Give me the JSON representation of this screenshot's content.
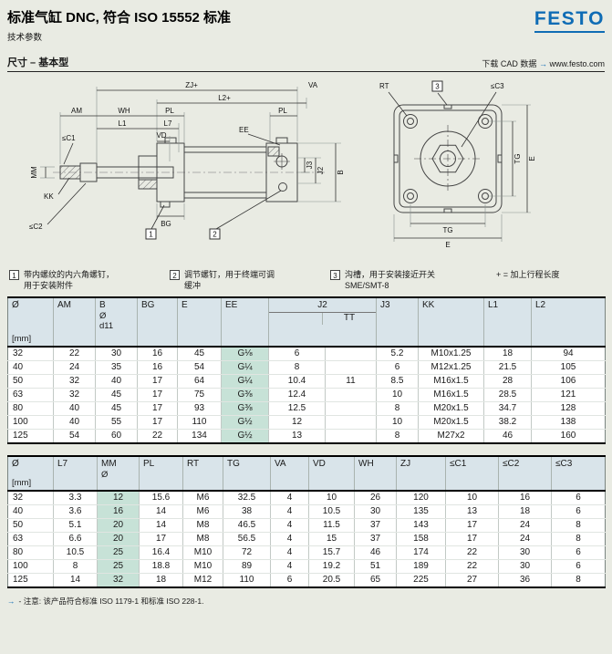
{
  "page": {
    "title": "标准气缸 DNC, 符合 ISO 15552 标准",
    "subtitle": "技术参数",
    "logo": "FESTO",
    "footer_arrow": "→",
    "footer_note": "- 注意: 该产品符合标准 ISO 1179-1 和标准 ISO 228-1."
  },
  "section": {
    "title": "尺寸 – 基本型",
    "cad_label": "下载 CAD 数据",
    "cad_arrow": "→",
    "cad_url": "www.festo.com"
  },
  "drawing": {
    "side_labels": {
      "zj": "ZJ+",
      "l2": "L2+",
      "va": "VA",
      "am": "AM",
      "wh": "WH",
      "pl_left": "PL",
      "pl_right": "PL",
      "l1": "L1",
      "l7": "L7",
      "vd": "VD",
      "ee": "EE",
      "c1": "≤C1",
      "c2": "≤C2",
      "mm": "MM",
      "kk": "KK",
      "b": "B",
      "j2": "J2",
      "j3": "J3",
      "bg": "BG",
      "callout1": "1",
      "callout2": "2"
    },
    "front_labels": {
      "rt": "RT",
      "c3": "≤C3",
      "tg": "TG",
      "e": "E",
      "tg_side": "TG",
      "e_side": "E",
      "callout3": "3"
    }
  },
  "notes": {
    "items": [
      {
        "num": "1",
        "line1": "带内螺纹的内六角螺钉，",
        "line2": "用于安装附件"
      },
      {
        "num": "2",
        "line1": "调节螺钉，用于终端可调",
        "line2": "缓冲"
      },
      {
        "num": "3",
        "line1": "沟槽，用于安装接近开关",
        "line2": "SME/SMT-8"
      }
    ],
    "plus_note": "+   = 加上行程长度"
  },
  "table1": {
    "col_headers": {
      "dia": "Ø",
      "unit": "[mm]",
      "am": "AM",
      "b": "B",
      "b_sub1": "Ø",
      "b_sub2": "d11",
      "bg": "BG",
      "e": "E",
      "ee": "EE",
      "j2": "J2",
      "tt": "TT",
      "j3": "J3",
      "kk": "KK",
      "l1": "L1",
      "l2": "L2"
    },
    "highlight_col": 5,
    "rows": [
      [
        "32",
        "22",
        "30",
        "16",
        "45",
        "G⅛",
        "6",
        "",
        "5.2",
        "M10x1.25",
        "18",
        "94"
      ],
      [
        "40",
        "24",
        "35",
        "16",
        "54",
        "G¼",
        "8",
        "",
        "6",
        "M12x1.25",
        "21.5",
        "105"
      ],
      [
        "50",
        "32",
        "40",
        "17",
        "64",
        "G¼",
        "10.4",
        "11",
        "8.5",
        "M16x1.5",
        "28",
        "106"
      ],
      [
        "63",
        "32",
        "45",
        "17",
        "75",
        "G⅜",
        "12.4",
        "",
        "10",
        "M16x1.5",
        "28.5",
        "121"
      ],
      [
        "80",
        "40",
        "45",
        "17",
        "93",
        "G⅜",
        "12.5",
        "",
        "8",
        "M20x1.5",
        "34.7",
        "128"
      ],
      [
        "100",
        "40",
        "55",
        "17",
        "110",
        "G½",
        "12",
        "",
        "10",
        "M20x1.5",
        "38.2",
        "138"
      ],
      [
        "125",
        "54",
        "60",
        "22",
        "134",
        "G½",
        "13",
        "",
        "8",
        "M27x2",
        "46",
        "160"
      ]
    ]
  },
  "table2": {
    "col_headers": {
      "dia": "Ø",
      "unit": "[mm]",
      "l7": "L7",
      "mm": "MM",
      "mm_sub": "Ø",
      "pl": "PL",
      "rt": "RT",
      "tg": "TG",
      "va": "VA",
      "vd": "VD",
      "wh": "WH",
      "zj": "ZJ",
      "c1": "≤C1",
      "c2": "≤C2",
      "c3": "≤C3"
    },
    "highlight_col": 2,
    "rows": [
      [
        "32",
        "3.3",
        "12",
        "15.6",
        "M6",
        "32.5",
        "4",
        "10",
        "26",
        "120",
        "10",
        "16",
        "6"
      ],
      [
        "40",
        "3.6",
        "16",
        "14",
        "M6",
        "38",
        "4",
        "10.5",
        "30",
        "135",
        "13",
        "18",
        "6"
      ],
      [
        "50",
        "5.1",
        "20",
        "14",
        "M8",
        "46.5",
        "4",
        "11.5",
        "37",
        "143",
        "17",
        "24",
        "8"
      ],
      [
        "63",
        "6.6",
        "20",
        "17",
        "M8",
        "56.5",
        "4",
        "15",
        "37",
        "158",
        "17",
        "24",
        "8"
      ],
      [
        "80",
        "10.5",
        "25",
        "16.4",
        "M10",
        "72",
        "4",
        "15.7",
        "46",
        "174",
        "22",
        "30",
        "6"
      ],
      [
        "100",
        "8",
        "25",
        "18.8",
        "M10",
        "89",
        "4",
        "19.2",
        "51",
        "189",
        "22",
        "30",
        "6"
      ],
      [
        "125",
        "14",
        "32",
        "18",
        "M12",
        "110",
        "6",
        "20.5",
        "65",
        "225",
        "27",
        "36",
        "8"
      ]
    ]
  },
  "colors": {
    "festo_blue": "#0f6cb5",
    "table_header_bg": "#d9e4ea",
    "highlight_cell_bg": "#c7e2d7",
    "page_bg": "#e9ebe3"
  }
}
